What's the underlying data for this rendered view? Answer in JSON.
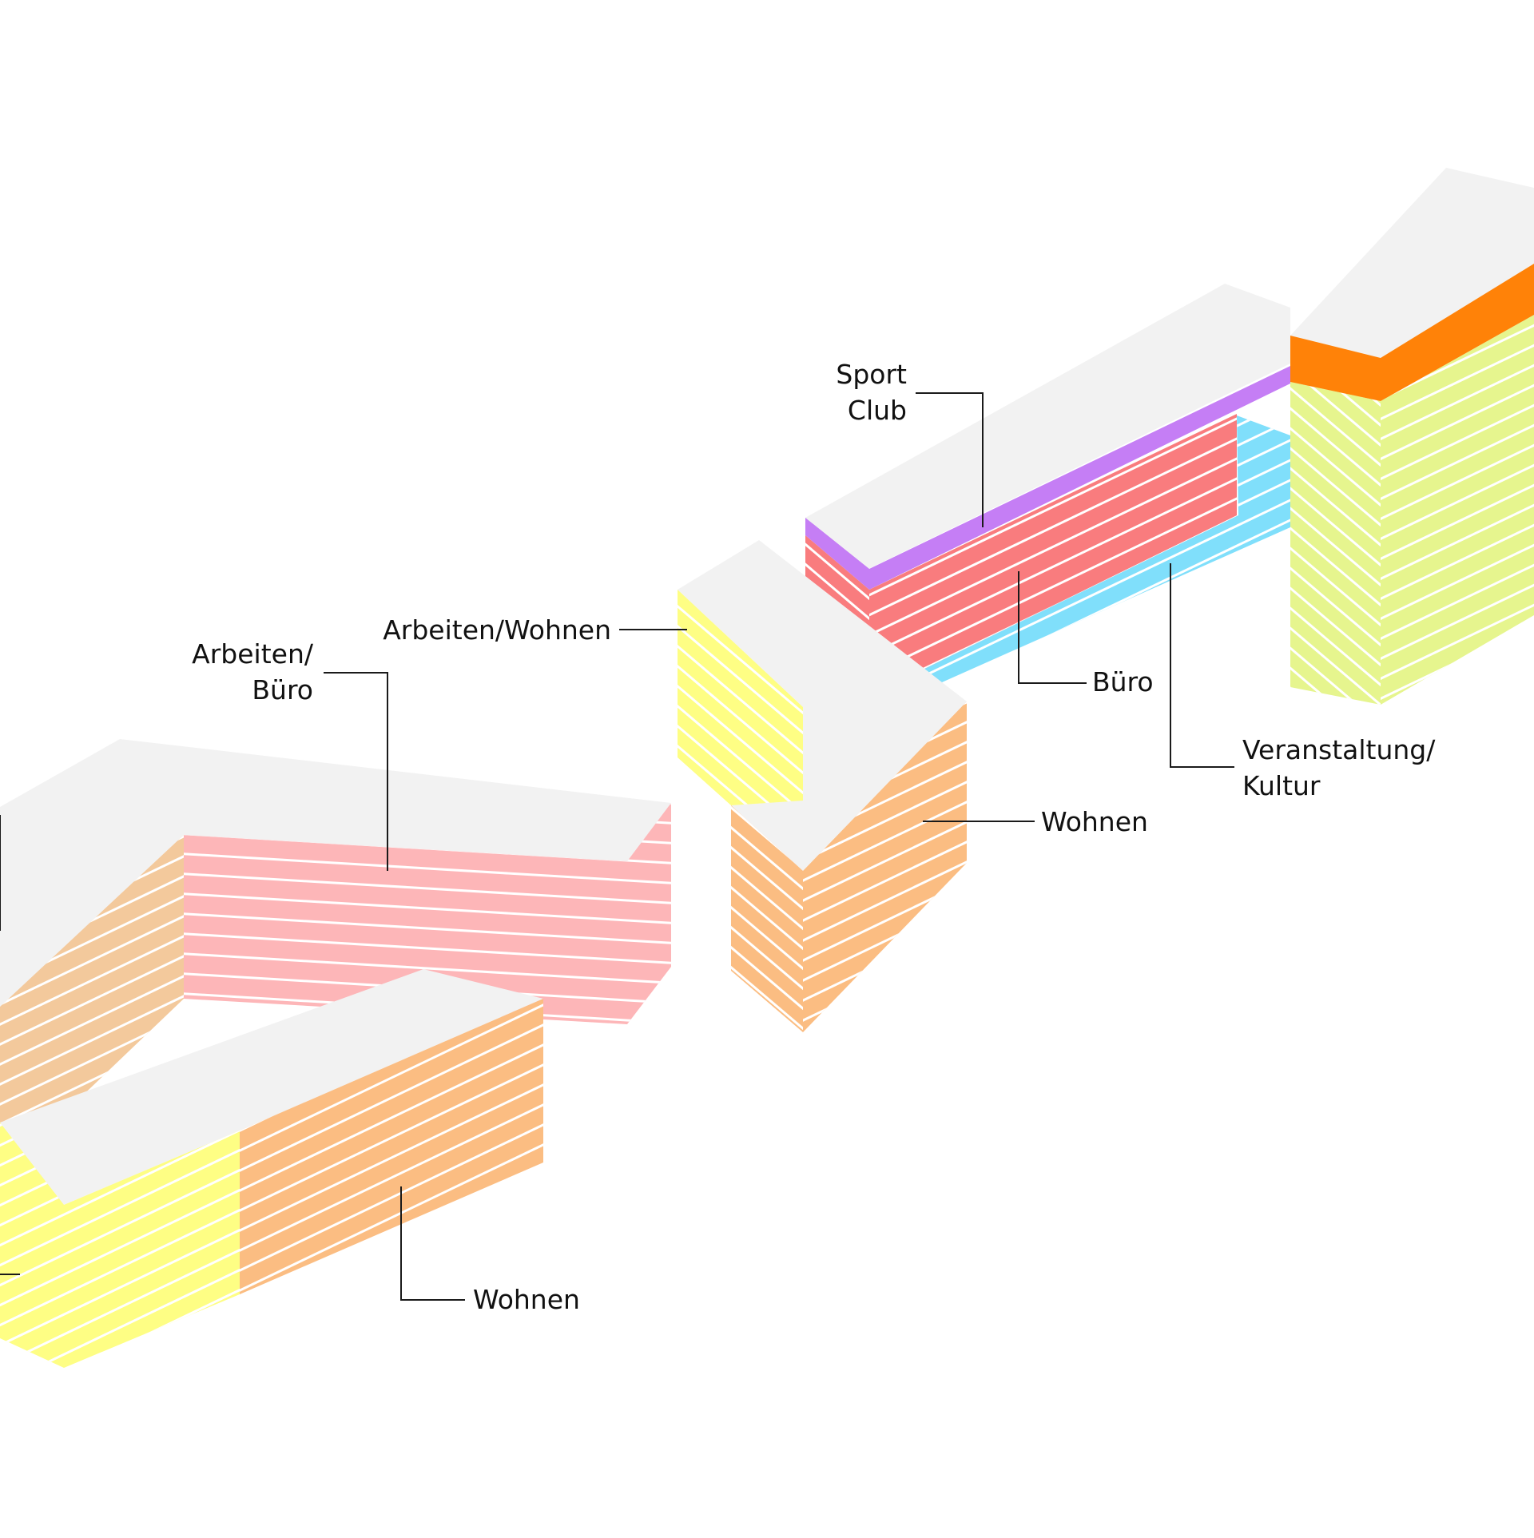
{
  "labels": {
    "sport_club": [
      "Sport",
      "Club"
    ],
    "buero_top": "Büro",
    "veranstaltung_kultur": [
      "Veranstaltung/",
      "Kultur"
    ],
    "arbeiten_wohnen": "Arbeiten/Wohnen",
    "arbeiten_buero": [
      "Arbeiten/",
      "Büro"
    ],
    "wohnen_middle": "Wohnen",
    "wohnen_bottom": "Wohnen"
  },
  "colors": {
    "background": "#ffffff",
    "roof": "#f2f2f2",
    "wohnen_orange": "#fbbd82",
    "wohnen_tan": "#f3c99c",
    "arbeiten_pink": "#fdb6b8",
    "buero_red": "#f97c7e",
    "sport_purple": "#c57ef5",
    "kultur_blue": "#80dffb",
    "yellow": "#fefe84",
    "lime": "#e6f58e",
    "top_orange": "#ff8208",
    "floor_lines": "#ffffff",
    "leader_lines": "#1a1a1a"
  }
}
